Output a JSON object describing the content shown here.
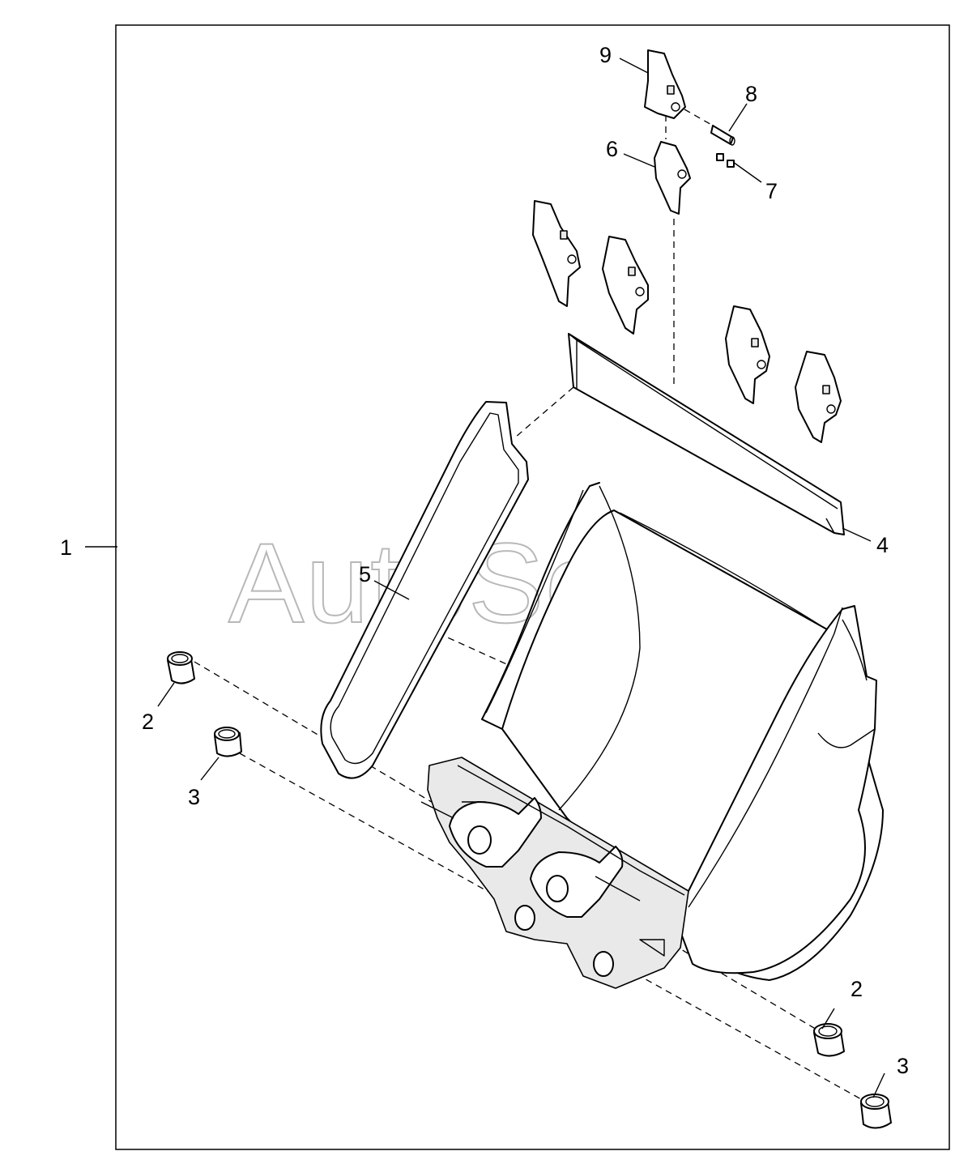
{
  "watermark": "AutoSoft",
  "callouts": {
    "c1": "1",
    "c2a": "2",
    "c2b": "2",
    "c3a": "3",
    "c3b": "3",
    "c4": "4",
    "c5": "5",
    "c6": "6",
    "c7": "7",
    "c8": "8",
    "c9": "9"
  }
}
